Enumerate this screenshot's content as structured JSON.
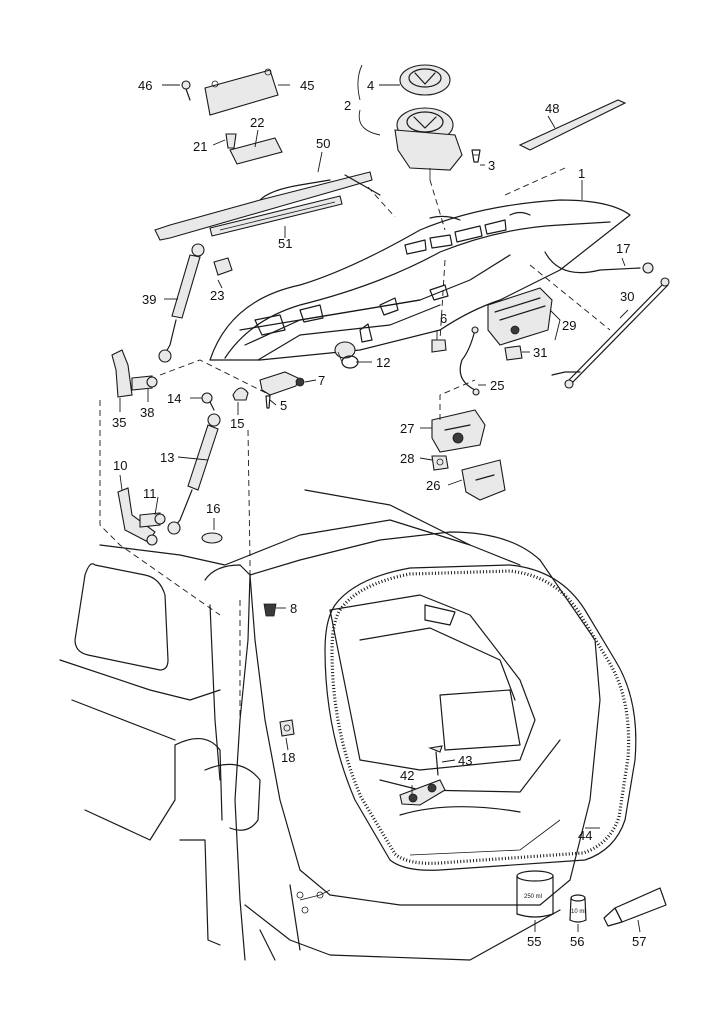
{
  "callouts": {
    "c1": "1",
    "c2": "2",
    "c3": "3",
    "c4": "4",
    "c5": "5",
    "c6": "6",
    "c7": "7",
    "c8": "8",
    "c10": "10",
    "c11": "11",
    "c12": "12",
    "c13": "13",
    "c14": "14",
    "c15": "15",
    "c16": "16",
    "c17": "17",
    "c18": "18",
    "c21": "21",
    "c22": "22",
    "c23": "23",
    "c25": "25",
    "c26": "26",
    "c27": "27",
    "c28": "28",
    "c29": "29",
    "c30": "30",
    "c31": "31",
    "c35": "35",
    "c38": "38",
    "c39": "39",
    "c42": "42",
    "c43": "43",
    "c44": "44",
    "c45": "45",
    "c46": "46",
    "c48": "48",
    "c50": "50",
    "c51": "51",
    "c55": "55",
    "c56": "56",
    "c57": "57"
  },
  "container_labels": {
    "can_250": "250 ml",
    "bottle_10": "10 ml"
  }
}
